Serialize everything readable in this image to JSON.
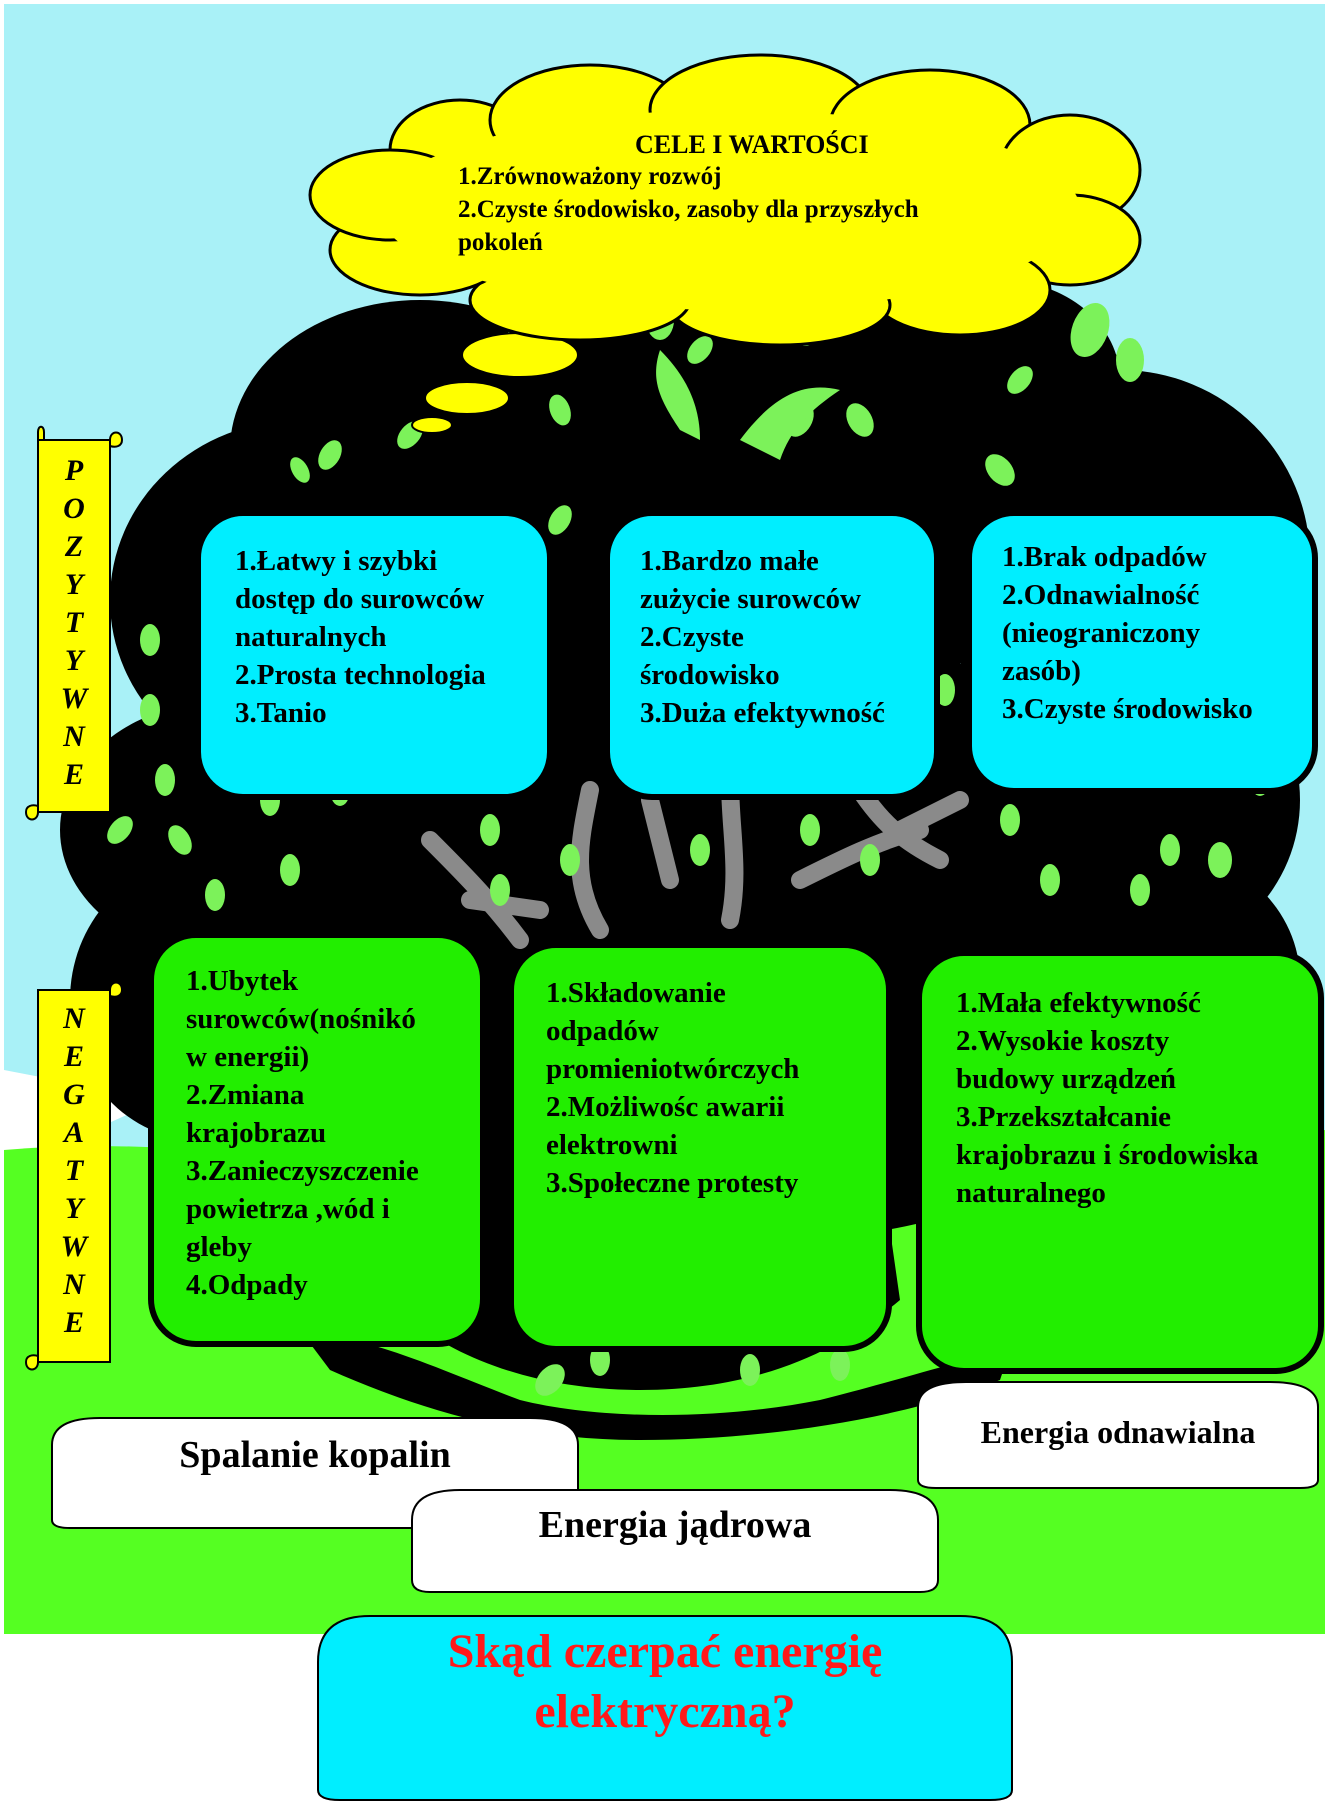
{
  "cloud": {
    "title": "CELE I WARTOŚCI",
    "lines": [
      "1.Zrównoważony rozwój",
      "2.Czyste środowisko, zasoby dla  przyszłych",
      "pokoleń"
    ]
  },
  "positive_label": [
    "P",
    "O",
    "Z",
    "Y",
    "T",
    "Y",
    "W",
    "N",
    "E"
  ],
  "negative_label": [
    "N",
    "E",
    "G",
    "A",
    "T",
    "Y",
    "W",
    "N",
    "E"
  ],
  "positive_boxes": [
    {
      "lines": [
        "1.Łatwy i szybki",
        "dostęp do surowców",
        "naturalnych",
        "2.Prosta technologia",
        "3.Tanio"
      ]
    },
    {
      "lines": [
        "1.Bardzo małe",
        "zużycie surowców",
        "2.Czyste",
        "środowisko",
        "3.Duża efektywność"
      ]
    },
    {
      "lines": [
        "1.Brak odpadów",
        "2.Odnawialność",
        "(nieograniczony",
        "zasób)",
        "3.Czyste środowisko"
      ]
    }
  ],
  "negative_boxes": [
    {
      "lines": [
        "1.Ubytek",
        "surowców(nośnikó",
        "w energii)",
        "2.Zmiana",
        "krajobrazu",
        "3.Zanieczyszczenie",
        "powietrza ,wód i",
        "gleby",
        "4.Odpady"
      ]
    },
    {
      "lines": [
        "1.Składowanie",
        "odpadów",
        "promieniotwórczych",
        "2.Możliwośc awarii",
        "elektrowni",
        "3.Społeczne protesty"
      ]
    },
    {
      "lines": [
        "1.Mała efektywność",
        "2.Wysokie koszty",
        "budowy urządzeń",
        "3.Przekształcanie",
        "krajobrazu i środowiska",
        "naturalnego"
      ]
    }
  ],
  "sources": {
    "fossil": "Spalanie kopalin",
    "nuclear": "Energia jądrowa",
    "renewable": "Energia odnawialna"
  },
  "question": [
    "Skąd czerpać energię",
    "elektryczną?"
  ],
  "colors": {
    "sky": "#a9f1f7",
    "grass": "#55ff22",
    "tree": "#000000",
    "leaf": "#7cf25a",
    "branch": "#8a8a8a",
    "cloud": "#ffff00",
    "ribbon": "#ffff00",
    "positive_box": "#00eeff",
    "negative_box": "#22ee00",
    "question_text": "#ff1a1a"
  }
}
